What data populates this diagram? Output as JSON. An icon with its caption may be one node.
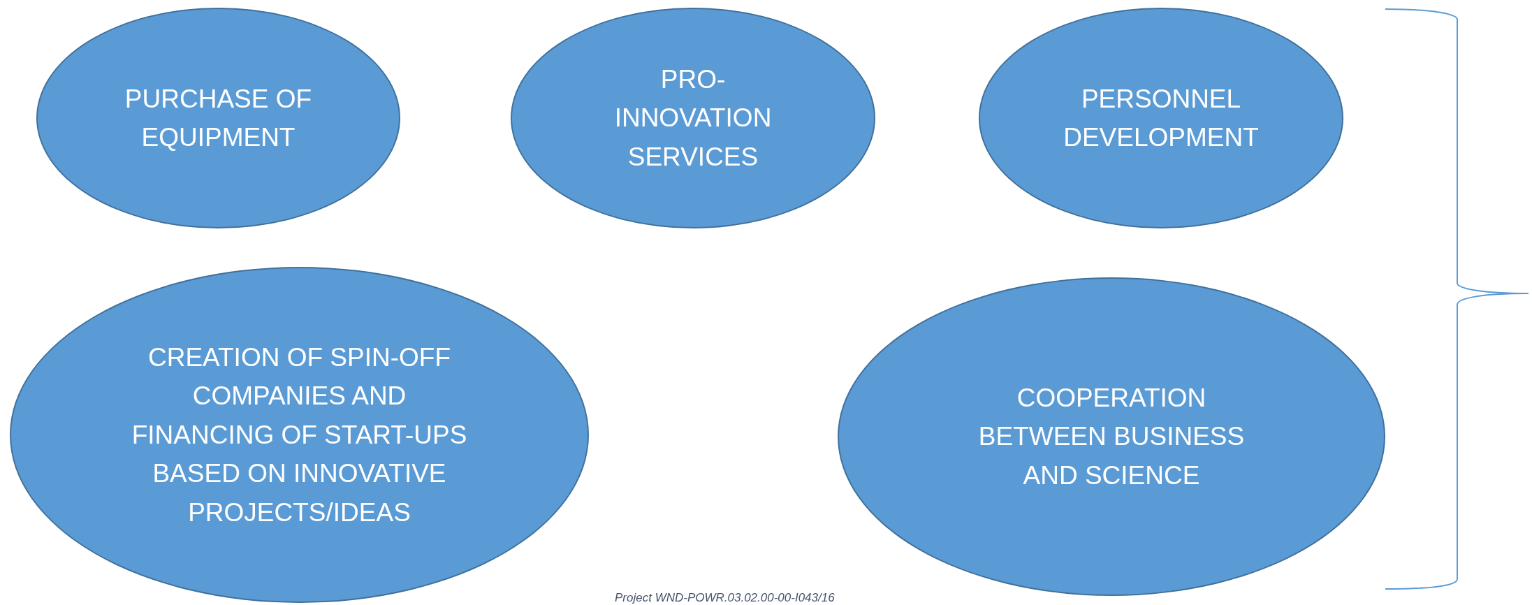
{
  "diagram": {
    "caption": "Project WND-POWR.03.02.00-00-I043/16",
    "nodes": [
      {
        "text": [
          "PURCHASE OF EQUIPMENT"
        ]
      },
      {
        "text": [
          "PRO- INNOVATION SERVICES"
        ]
      },
      {
        "text": [
          "PERSONNEL DEVELOPMENT"
        ]
      },
      {
        "text": [
          "CREATION OF SPIN-OFF COMPANIES AND FINANCING OF START-UPS BASED ON INNOVATIVE PROJECTS/IDEAS"
        ]
      },
      {
        "text": [
          "COOPERATION BETWEEN BUSINESS AND SCIENCE"
        ]
      }
    ]
  }
}
